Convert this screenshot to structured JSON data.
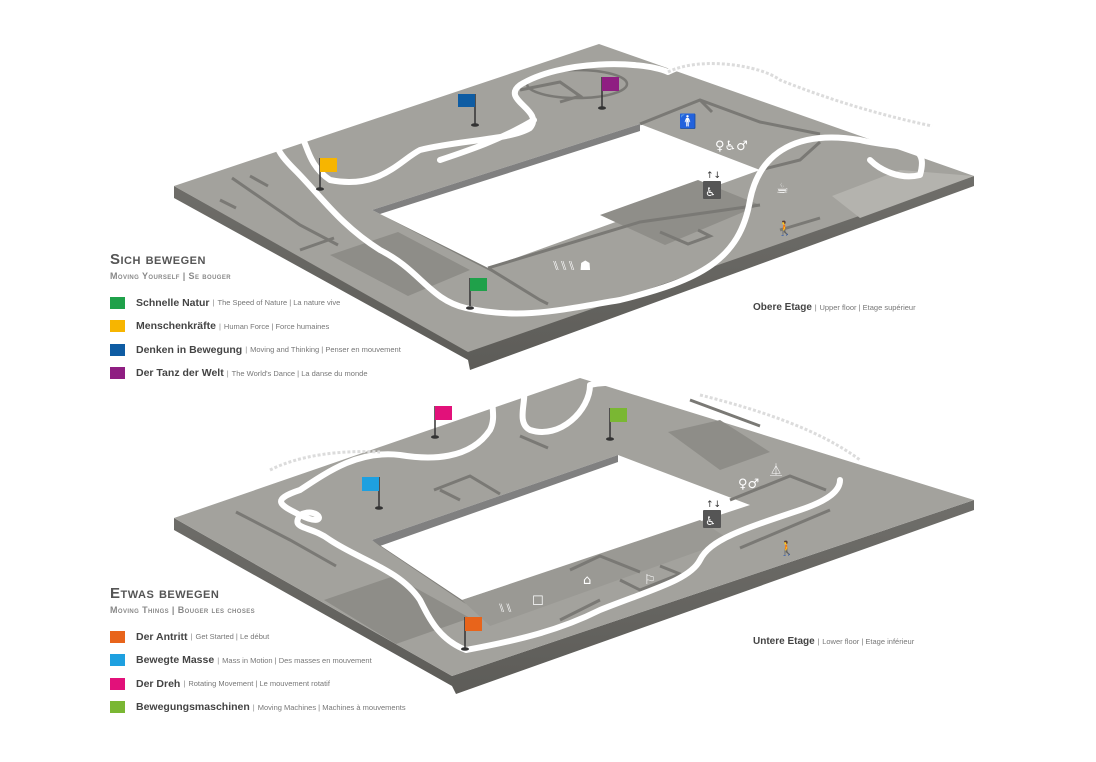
{
  "upper": {
    "title": "Sich bewegen",
    "subtitle": "Moving Yourself | Se bouger",
    "floor_label": "Obere Etage",
    "floor_sep": "|",
    "floor_tr": "Upper floor | Etage supérieur",
    "items": [
      {
        "label": "Schnelle Natur",
        "sep": "|",
        "tr": "The Speed of Nature | La nature vive",
        "color": "#1fa14a"
      },
      {
        "label": "Menschenkräfte",
        "sep": "|",
        "tr": "Human Force | Force humaines",
        "color": "#f7b500"
      },
      {
        "label": "Denken in Bewegung",
        "sep": "|",
        "tr": "Moving and Thinking | Penser en mouvement",
        "color": "#0e5ca3"
      },
      {
        "label": "Der Tanz der Welt",
        "sep": "|",
        "tr": "The World's Dance | La danse du monde",
        "color": "#8f1e82"
      }
    ]
  },
  "lower": {
    "title": "Etwas bewegen",
    "subtitle": "Moving Things | Bouger les choses",
    "floor_label": "Untere Etage",
    "floor_sep": "|",
    "floor_tr": "Lower floor | Etage inférieur",
    "items": [
      {
        "label": "Der Antritt",
        "sep": "|",
        "tr": "Get Started | Le début",
        "color": "#e8641b"
      },
      {
        "label": "Bewegte Masse",
        "sep": "|",
        "tr": "Mass in Motion | Des masses en mouvement",
        "color": "#1ea0e0"
      },
      {
        "label": "Der Dreh",
        "sep": "|",
        "tr": "Rotating Movement | Le mouvement rotatif",
        "color": "#e2117a"
      },
      {
        "label": "Bewegungsmaschinen",
        "sep": "|",
        "tr": "Moving Machines | Machines à mouvements",
        "color": "#7ab733"
      }
    ]
  },
  "colors": {
    "floor_top": "#a2a19c",
    "floor_side": "#6e6d69",
    "floor_dark": "#8b8a85",
    "wall": "#7b7a76",
    "path": "#ffffff"
  },
  "icons": [
    "toilet-icon",
    "accessible-toilet-icon",
    "elevator-icon",
    "cafe-icon",
    "stairs-icon",
    "seating-icon",
    "person-icon",
    "wardrobe-icon",
    "lecture-icon"
  ]
}
